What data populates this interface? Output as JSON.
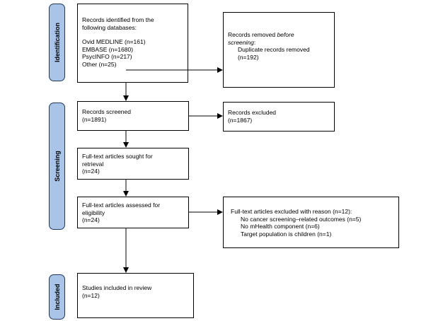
{
  "phases": {
    "identification": "Identification",
    "screening": "Screening",
    "included": "Included"
  },
  "identified": {
    "heading_line1": "Records identified from the",
    "heading_line2": "following databases:",
    "databases": [
      "Ovid MEDLINE (n=161)",
      "EMBASE (n=1680)",
      "PsycINFO (n=217)",
      "Other (n=25)"
    ]
  },
  "removed": {
    "line1_prefix": "Records removed ",
    "line1_italic": "before",
    "line2_italic": "screening",
    "line2_suffix": ":",
    "item": "Duplicate records removed",
    "count": "(n=192)"
  },
  "screened": {
    "label": "Records screened",
    "count": "(n=1891)"
  },
  "excluded": {
    "label": "Records excluded",
    "count": "(n=1867)"
  },
  "sought": {
    "line1": "Full-text articles sought for",
    "line2": "retrieval",
    "count": "(n=24)"
  },
  "assessed": {
    "line1": "Full-text articles assessed for",
    "line2": "eligibility",
    "count": "(n=24)"
  },
  "fulltext_excluded": {
    "heading": "Full-text articles excluded with reason (n=12):",
    "reasons": [
      "No cancer screening–related outcomes (n=5)",
      "No mHealth component (n=6)",
      "Target population is children (n=1)"
    ]
  },
  "included_box": {
    "label": "Studies included in review",
    "count": "(n=12)"
  },
  "colors": {
    "phase_fill": "#a9c4e6",
    "phase_border": "#1f3864"
  }
}
